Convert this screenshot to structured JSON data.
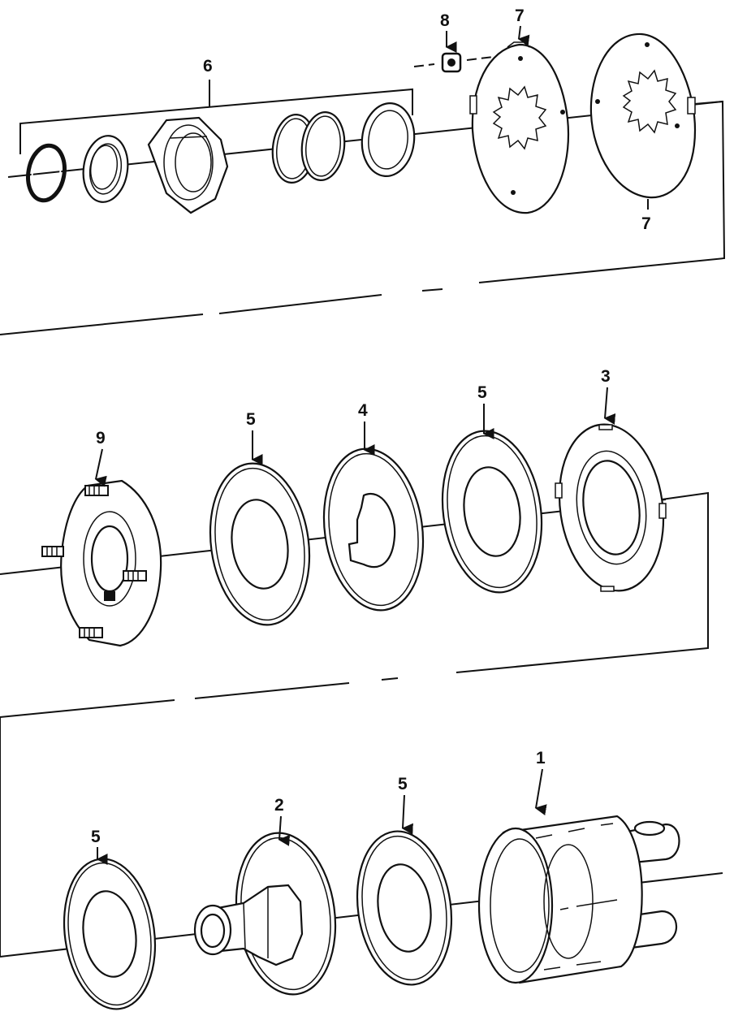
{
  "diagram": {
    "callouts": {
      "c1": "1",
      "c2": "2",
      "c3": "3",
      "c4": "4",
      "c5a": "5",
      "c5b": "5",
      "c5c": "5",
      "c5d": "5",
      "c6": "6",
      "c7a": "7",
      "c7b": "7",
      "c8": "8",
      "c9": "9"
    }
  }
}
